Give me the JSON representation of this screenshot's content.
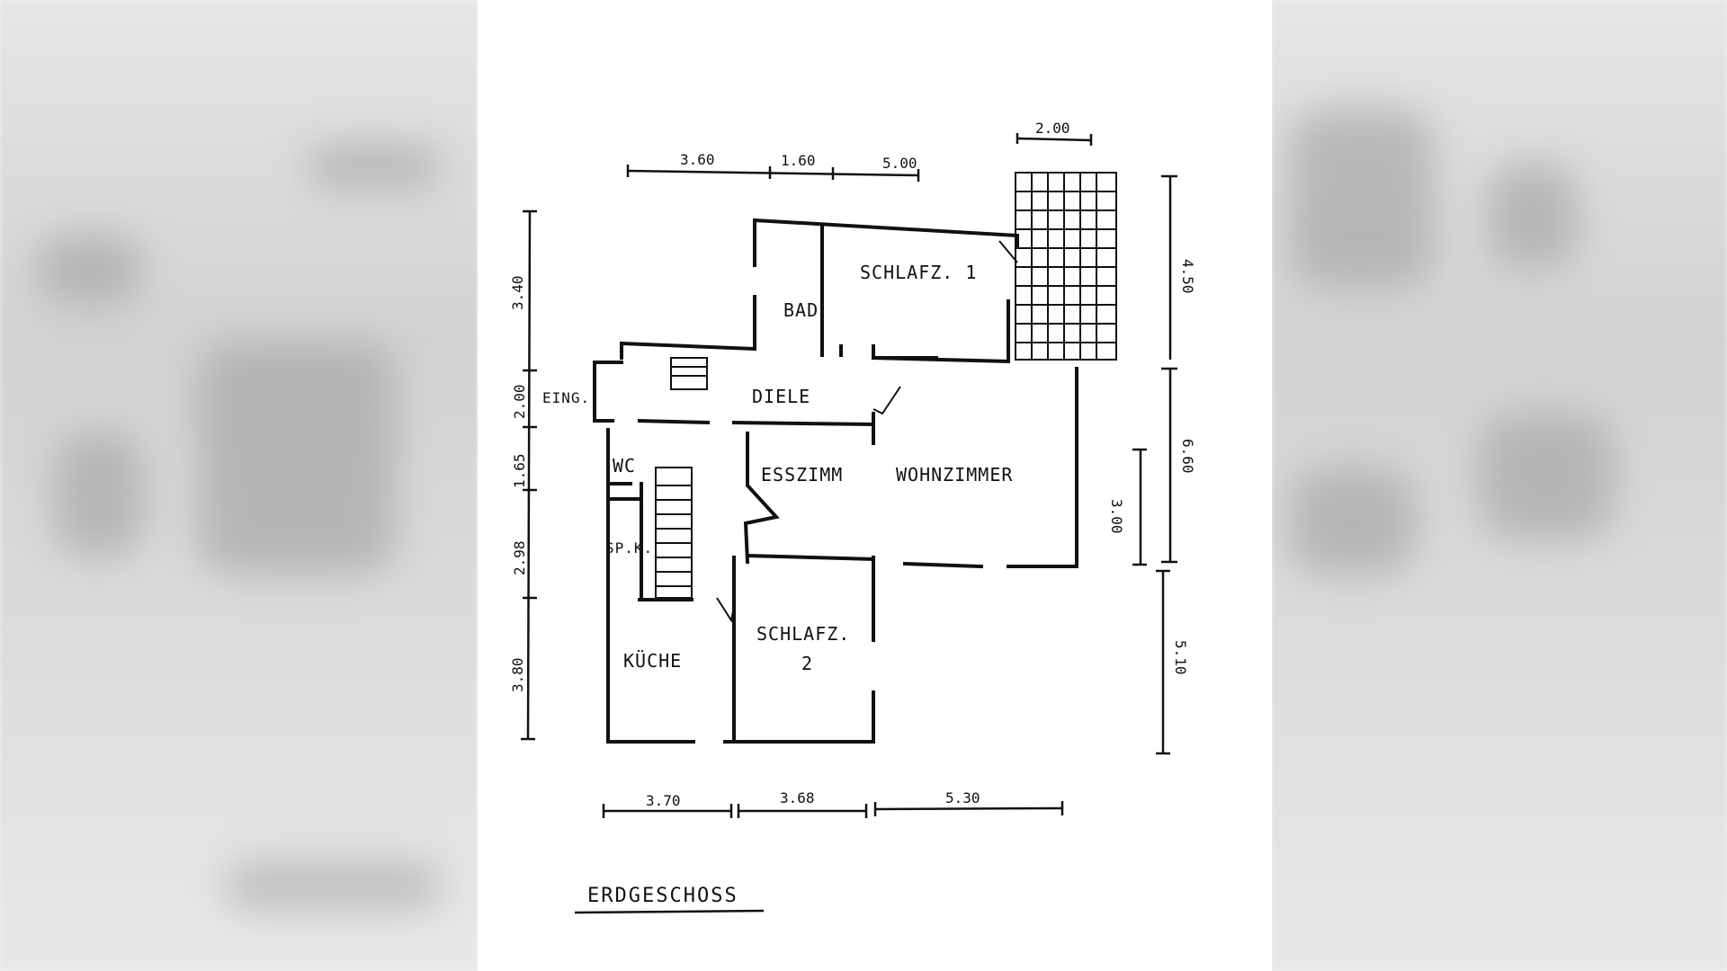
{
  "floorplan": {
    "title": "ERDGESCHOSS",
    "rooms": {
      "schlafz1": "SCHLAFZ. 1",
      "bad": "BAD",
      "eing": "EING.",
      "diele": "DIELE",
      "wc": "WC",
      "spk": "SP.K.",
      "esszimm": "ESSZIMM",
      "wohnzimmer": "WOHNZIMMER",
      "kueche": "KÜCHE",
      "schlafz2": "SCHLAFZ.",
      "schlafz2_num": "2"
    },
    "dimensions": {
      "top": [
        "3.60",
        "1.60",
        "5.00",
        "2.00"
      ],
      "left": [
        "3.40",
        "2.00",
        "1.65",
        "2.98",
        "3.80"
      ],
      "right": [
        "4.50",
        "6.60",
        "5.10"
      ],
      "bottom": [
        "3.70",
        "3.68",
        "5.30"
      ],
      "inner": "3.00"
    }
  }
}
